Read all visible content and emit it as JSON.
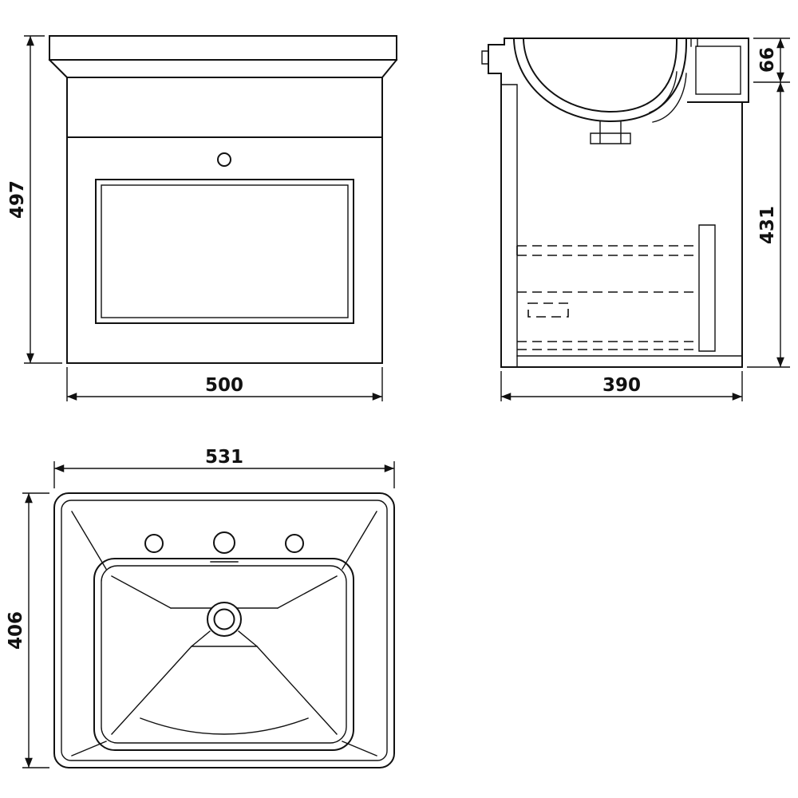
{
  "dimensions": {
    "front": {
      "height": "497",
      "width": "500"
    },
    "side": {
      "basin_height": "66",
      "cabinet_height": "431",
      "depth": "390"
    },
    "plan": {
      "width": "531",
      "depth": "406"
    }
  },
  "colors": {
    "line": "#111111",
    "background": "#ffffff"
  }
}
